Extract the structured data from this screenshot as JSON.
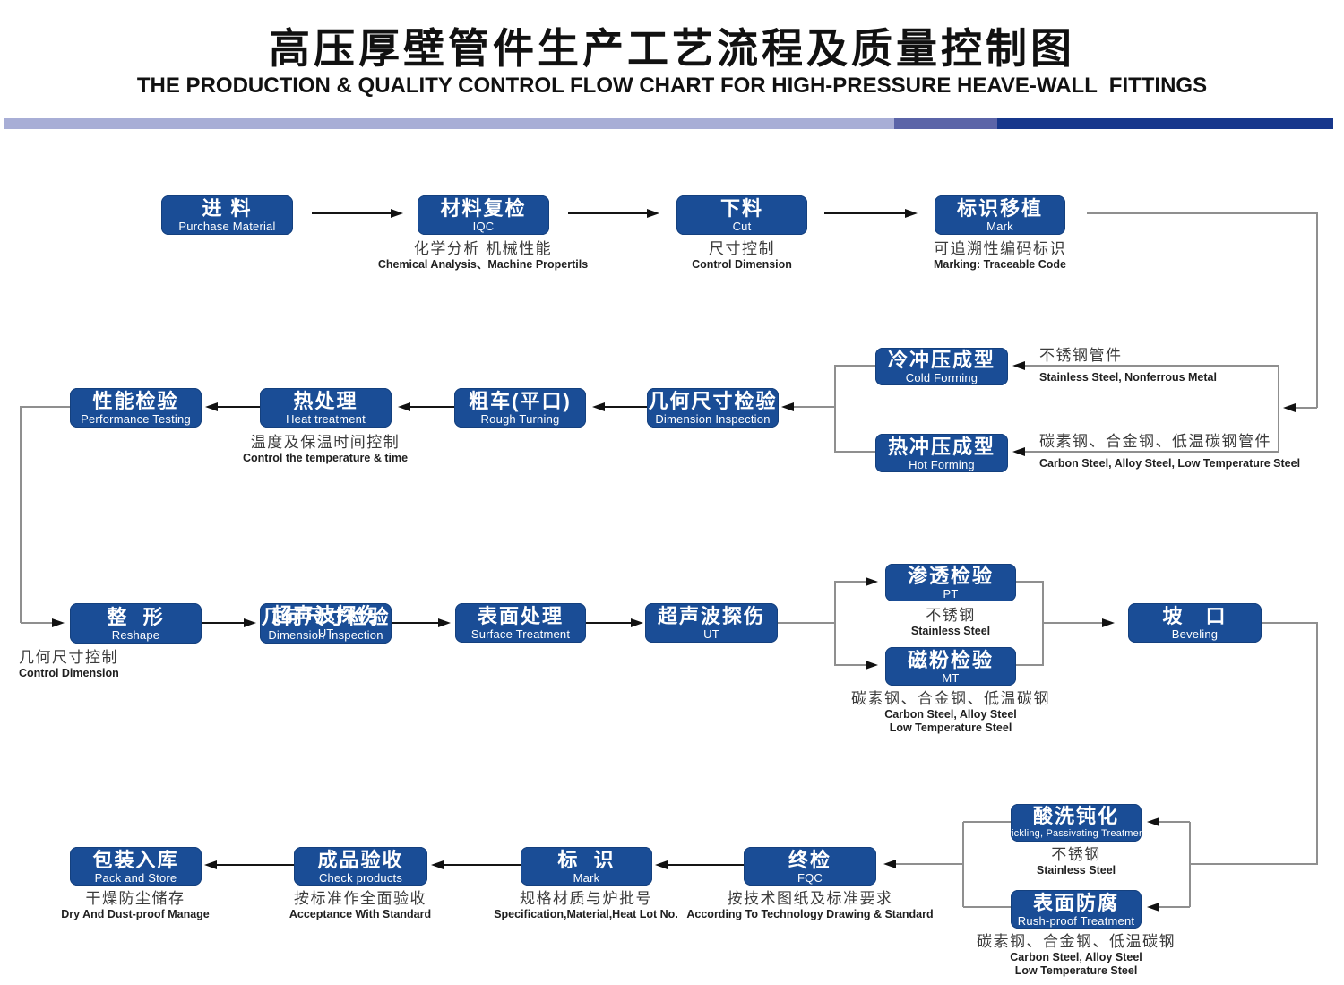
{
  "header": {
    "title_cn": "高压厚壁管件生产工艺流程及质量控制图",
    "title_en": "THE PRODUCTION & QUALITY CONTROL FLOW CHART FOR HIGH-PRESSURE HEAVE-WALL  FITTINGS"
  },
  "colors": {
    "box_blue": "#1a4d96",
    "bar_light": "#a8aed6",
    "bar_mid": "#5b64a8",
    "bar_dark": "#17378c",
    "line_gray": "#8f8f8f",
    "arrow_black": "#111111"
  },
  "nodes": {
    "purchase": {
      "cn": "进 料",
      "en": "Purchase Material"
    },
    "iqc": {
      "cn": "材料复检",
      "en": "IQC"
    },
    "cut": {
      "cn": "下料",
      "en": "Cut"
    },
    "markt": {
      "cn": "标识移植",
      "en": "Mark"
    },
    "cold": {
      "cn": "冷冲压成型",
      "en": "Cold Forming"
    },
    "hot": {
      "cn": "热冲压成型",
      "en": "Hot Forming"
    },
    "dim1": {
      "cn": "几何尺寸检验",
      "en": "Dimension Inspection"
    },
    "rough": {
      "cn": "粗车(平口)",
      "en": "Rough Turning"
    },
    "heat": {
      "cn": "热处理",
      "en": "Heat treatment"
    },
    "perf": {
      "cn": "性能检验",
      "en": "Performance Testing"
    },
    "reshape": {
      "cn": "整  形",
      "en": "Reshape"
    },
    "dim2": {
      "cn": "几何尺寸检验",
      "cn_overlay": "超声波探伤",
      "en": "Dimension Inspection",
      "en_overlay": "UT"
    },
    "surface": {
      "cn": "表面处理",
      "en": "Surface Treatment"
    },
    "ut": {
      "cn": "超声波探伤",
      "en": "UT"
    },
    "pt": {
      "cn": "渗透检验",
      "en": "PT"
    },
    "mt": {
      "cn": "磁粉检验",
      "en": "MT"
    },
    "bevel": {
      "cn": "坡　口",
      "en": "Beveling"
    },
    "pickling": {
      "cn": "酸洗钝化",
      "en": "Pickling, Passivating  Treatment"
    },
    "rust": {
      "cn": "表面防腐",
      "en": "Rush-proof Treatment"
    },
    "fqc": {
      "cn": "终检",
      "en": "FQC"
    },
    "mark2": {
      "cn": "标  识",
      "en": "Mark"
    },
    "check": {
      "cn": "成品验收",
      "en": "Check products"
    },
    "pack": {
      "cn": "包装入库",
      "en": "Pack and Store"
    }
  },
  "notes": {
    "iqc": {
      "cn": "化学分析  机械性能",
      "en": "Chemical  Analysis、Machine Propertils"
    },
    "cut": {
      "cn": "尺寸控制",
      "en": "Control Dimension"
    },
    "markt": {
      "cn": "可追溯性编码标识",
      "en": "Marking: Traceable  Code"
    },
    "heat": {
      "cn": "温度及保温时间控制",
      "en": "Control the  temperature  &  time"
    },
    "reshape": {
      "cn": "几何尺寸控制",
      "en": "Control Dimension"
    },
    "pt": {
      "cn": "不锈钢",
      "en": "Stainless Steel"
    },
    "mt": {
      "cn": "碳素钢、合金钢、低温碳钢",
      "en": "Carbon Steel, Alloy Steel",
      "en2": "Low Temperature Steel"
    },
    "pack": {
      "cn": "干燥防尘储存",
      "en": "Dry  And Dust-proof  Manage"
    },
    "check": {
      "cn": "按标准作全面验收",
      "en": "Acceptance  With  Standard"
    },
    "mark2": {
      "cn": "规格材质与炉批号",
      "en": "Specification,Material,Heat Lot No."
    },
    "fqc": {
      "cn": "按技术图纸及标准要求",
      "en": "According To Technology Drawing & Standard"
    },
    "pickling": {
      "cn": "不锈钢",
      "en": "Stainless Steel"
    },
    "rust": {
      "cn": "碳素钢、合金钢、低温碳钢",
      "en": "Carbon Steel, Alloy Steel",
      "en2": "Low Temperature Steel"
    }
  },
  "labels": {
    "cold_cn": "不锈钢管件",
    "cold_en": "Stainless Steel, Nonferrous Metal",
    "hot_cn": "碳素钢、合金钢、低温碳钢管件",
    "hot_en": "Carbon Steel, Alloy Steel, Low Temperature Steel"
  }
}
